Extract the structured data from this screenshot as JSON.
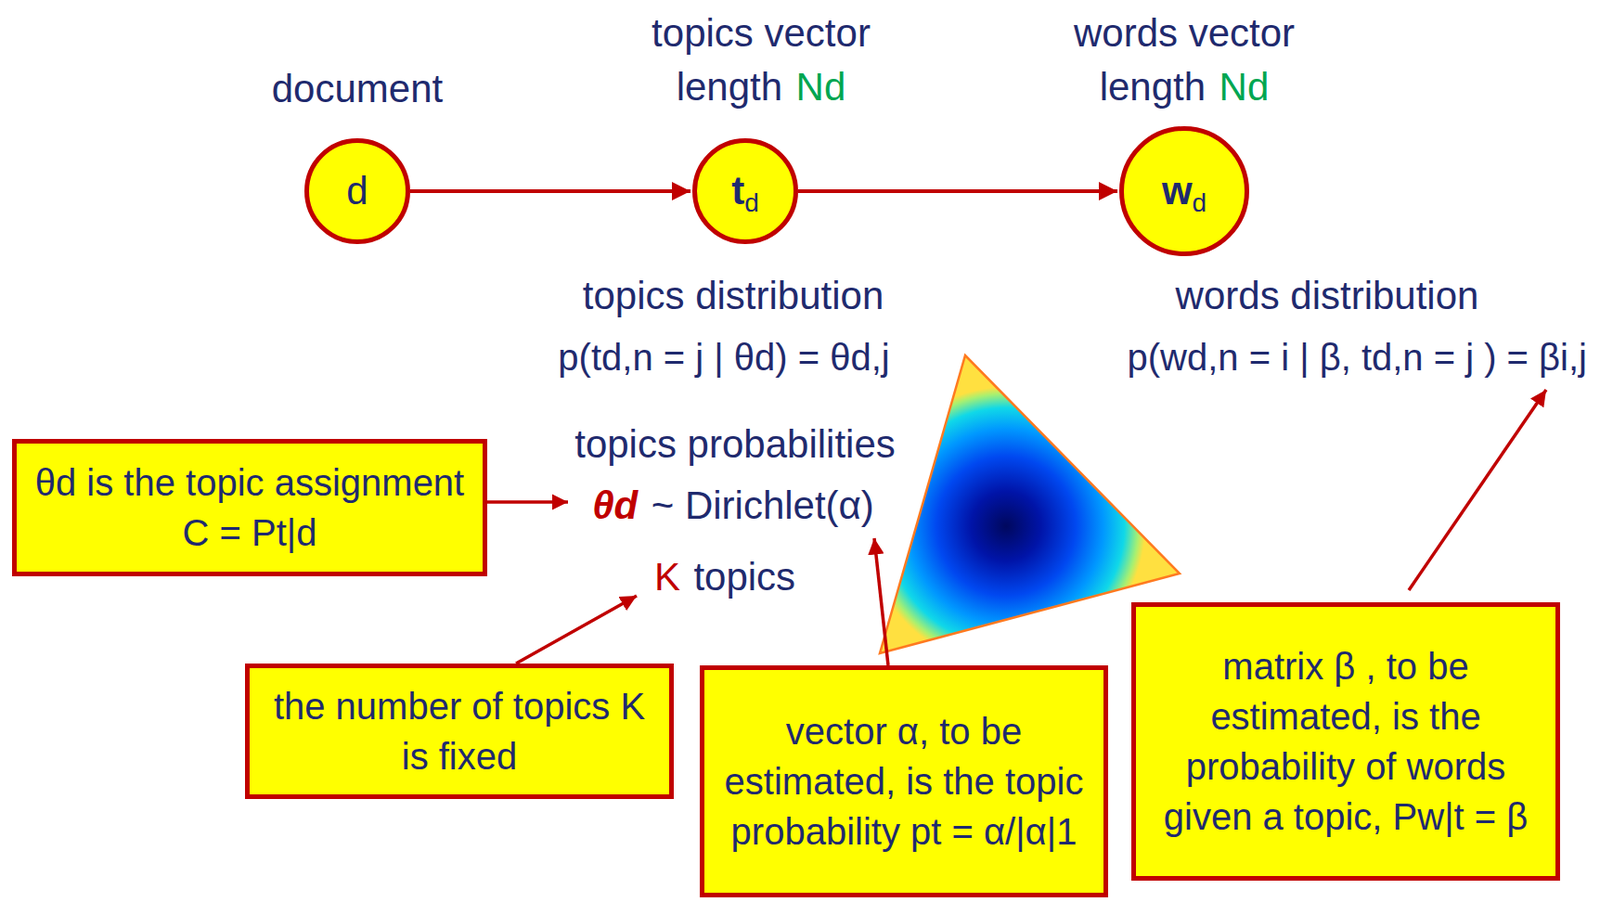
{
  "diagram": {
    "nodes": [
      {
        "text": [
          "d"
        ]
      },
      {
        "text": [
          "t",
          "d"
        ]
      },
      {
        "text": [
          "w",
          "d"
        ]
      },
      {
        "text": [
          "θd is the topic assignment C = Pt|d"
        ]
      },
      {
        "text": [
          "the number of topics K is fixed"
        ]
      },
      {
        "text": [
          "vector α, to be estimated, is the topic probability pt = α/|α|1"
        ]
      },
      {
        "text": [
          "matrix β , to be estimated, is the probability of words given a topic, Pw|t = β"
        ]
      }
    ],
    "edges": [
      {
        "from": 0,
        "to": 1,
        "arrow": "to"
      },
      {
        "from": 1,
        "to": 2,
        "arrow": "to"
      }
    ],
    "labels": [
      "document",
      "topics vector",
      "length",
      "Nd",
      "words vector",
      "length",
      "Nd",
      "topics distribution",
      "p(td,n = j | θd) = θd,j",
      "words distribution",
      "p(wd,n = i | β, td,n = j ) = βi,j",
      "topics probabilities",
      "θd",
      "~ Dirichlet(α)",
      "K",
      "topics"
    ]
  }
}
